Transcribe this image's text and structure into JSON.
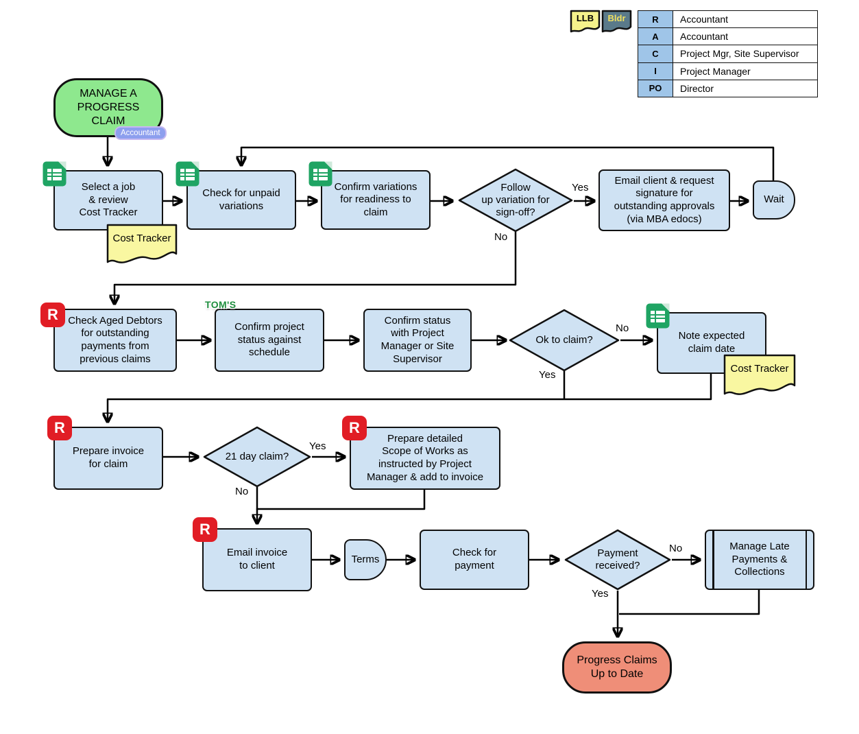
{
  "labels": {
    "yes": "Yes",
    "no": "No"
  },
  "flags": {
    "llb": "LLB",
    "bldr": "Bldr"
  },
  "legend": {
    "rows": [
      {
        "key": "R",
        "value": "Accountant"
      },
      {
        "key": "A",
        "value": "Accountant"
      },
      {
        "key": "C",
        "value": "Project Mgr, Site Supervisor"
      },
      {
        "key": "I",
        "value": "Project Manager"
      },
      {
        "key": "PO",
        "value": "Director"
      }
    ]
  },
  "start": {
    "label": "MANAGE A\nPROGRESS\nCLAIM",
    "badge": "Accountant"
  },
  "terminal": {
    "label": "Progress Claims\nUp to Date"
  },
  "notes": {
    "cost_tracker": "Cost Tracker"
  },
  "brands": {
    "reckon": "R",
    "toms": "TOM'S"
  },
  "steps": {
    "select_job": "Select a job\n& review\nCost Tracker",
    "check_unpaid": "Check for unpaid\nvariations",
    "confirm_variations": "Confirm variations\nfor readiness to\nclaim",
    "email_client": "Email client & request\nsignature for\noutstanding approvals\n(via MBA edocs)",
    "wait": "Wait",
    "check_aged_debtors": "Check Aged Debtors\nfor outstanding\npayments from\nprevious claims",
    "confirm_project_status": "Confirm project\nstatus against\nschedule",
    "confirm_status_pm": "Confirm status\nwith Project\nManager or Site\nSupervisor",
    "note_claim_date": "Note expected\nclaim date",
    "prepare_invoice": "Prepare invoice\nfor claim",
    "prepare_scope": "Prepare detailed\nScope of Works as\ninstructed by Project\nManager & add to invoice",
    "email_invoice": "Email invoice\nto client",
    "terms": "Terms",
    "check_payment": "Check for\npayment",
    "manage_late": "Manage Late\nPayments &\nCollections"
  },
  "decisions": {
    "follow_up": "Follow\nup variation for\nsign-off?",
    "ok_to_claim": "Ok to claim?",
    "day21": "21 day claim?",
    "payment_received": "Payment\nreceived?"
  },
  "colors": {
    "process_fill": "#cfe2f3",
    "start_fill": "#8ee88e",
    "end_fill": "#ef8e78",
    "note_fill": "#f9f7a1",
    "legend_key_fill": "#9fc5e8",
    "badge_fill": "#8d9fee",
    "r_badge": "#e11d25",
    "sheet_green": "#1fa463",
    "toms_green": "#1e8e3e",
    "flag_llb_fill": "#f5f28b",
    "flag_bldr_fill": "#5a7a8a",
    "line": "#000000"
  }
}
